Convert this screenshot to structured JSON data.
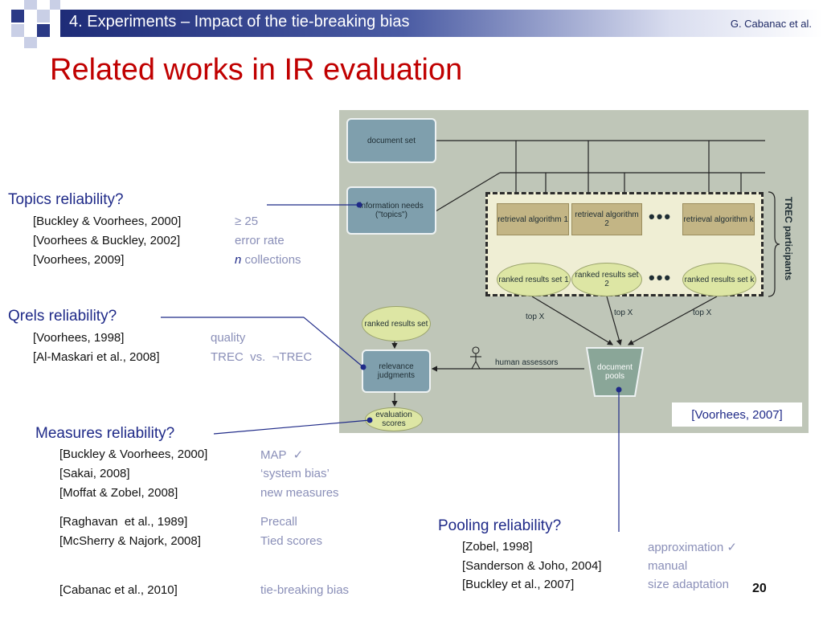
{
  "header": {
    "title": "4. Experiments – Impact of the tie-breaking bias",
    "author": "G. Cabanac et al."
  },
  "slide_title": "Related works in IR evaluation",
  "topics": {
    "heading": "Topics reliability?",
    "refs": [
      {
        "ref": "[Buckley & Voorhees, 2000]",
        "note": "≥ 25"
      },
      {
        "ref": "[Voorhees & Buckley, 2002]",
        "note": "error rate"
      },
      {
        "ref": "[Voorhees, 2009]",
        "note_em": "n",
        "note": " collections"
      }
    ]
  },
  "qrels": {
    "heading": "Qrels reliability?",
    "refs": [
      {
        "ref": "[Voorhees, 1998]",
        "note": "quality"
      },
      {
        "ref": "[Al-Maskari et al., 2008]",
        "note": "TREC  vs.  ¬TREC"
      }
    ]
  },
  "measures": {
    "heading": "Measures reliability?",
    "refs": [
      {
        "ref": "[Buckley & Voorhees, 2000]",
        "note": "MAP  ✓"
      },
      {
        "ref": "[Sakai, 2008]",
        "note": "‘system bias’"
      },
      {
        "ref": "[Moffat & Zobel, 2008]",
        "note": "new measures"
      },
      {
        "ref": "[Raghavan  et al., 1989]",
        "note": "Precall"
      },
      {
        "ref": "[McSherry & Najork, 2008]",
        "note": "Tied scores"
      },
      {
        "ref": "[Cabanac et al., 2010]",
        "note": "tie-breaking bias"
      }
    ]
  },
  "pooling": {
    "heading": "Pooling reliability?",
    "refs": [
      {
        "ref": "[Zobel, 1998]",
        "note": "approximation ✓"
      },
      {
        "ref": "[Sanderson & Joho, 2004]",
        "note": "manual"
      },
      {
        "ref": "[Buckley et al., 2007]",
        "note": "size adaptation"
      }
    ]
  },
  "diagram": {
    "document_set": "document set",
    "information_needs": "information needs (\"topics\")",
    "retrieval": [
      "retrieval algorithm 1",
      "retrieval algorithm 2",
      "retrieval algorithm k"
    ],
    "ranked": [
      "ranked results set 1",
      "ranked results set 2",
      "ranked results set k"
    ],
    "top_x": "top X",
    "ranked_results_set": "ranked results set",
    "relevance_judgments": "relevance judgments",
    "evaluation_scores": "evaluation scores",
    "human_assessors": "human assessors",
    "document_pools": "document pools",
    "trec_participants": "TREC participants",
    "dots": "•••",
    "caption": "[Voorhees, 2007]"
  },
  "page_number": "20",
  "colors": {
    "title_red": "#c00000",
    "heading_blue": "#1f2a88",
    "note_gray": "#8a8fb8",
    "header_bar": "#1e2c78"
  }
}
